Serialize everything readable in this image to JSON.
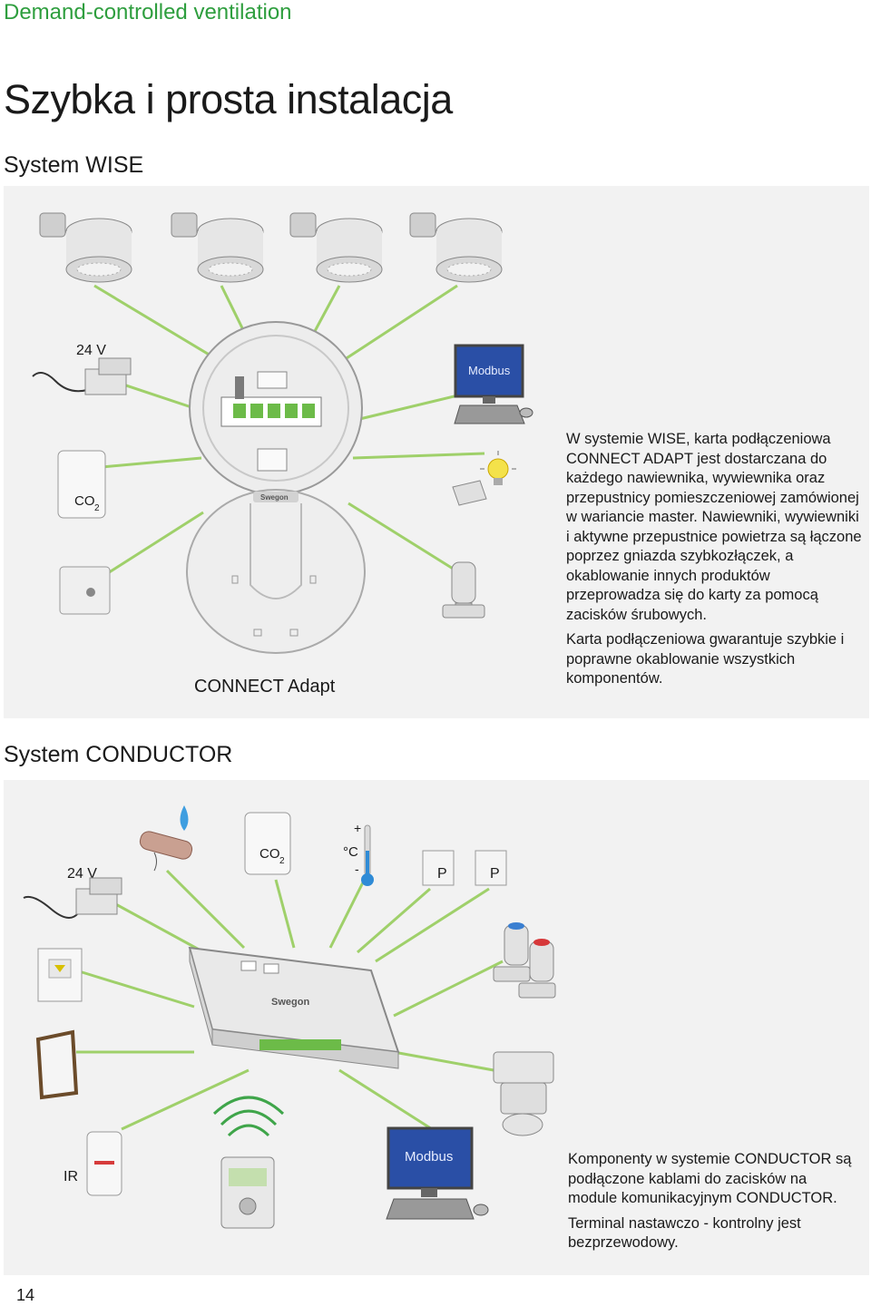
{
  "header": {
    "category": "Demand-controlled ventilation"
  },
  "page": {
    "title": "Szybka i prosta instalacja",
    "number": "14"
  },
  "wise": {
    "section_title": "System WISE",
    "power_label": "24 V",
    "modbus_label": "Modbus",
    "co2_label": "CO",
    "co2_sub": "2",
    "card_label": "CONNECT Adapt",
    "brand": "Swegon",
    "paragraphs": [
      "W systemie WISE, karta podłączeniowa CONNECT ADAPT jest dostarczana do każdego nawiewnika, wywiewnika oraz przepustnicy pomieszczeniowej zamówionej w wariancie master. Nawiewniki, wywiewniki i aktywne przepustnice powietrza są łączone poprzez gniazda szybkozłączek, a okablowanie innych produktów przeprowadza się do karty za pomocą zacisków śrubowych.",
      "Karta podłączeniowa gwarantuje szybkie i poprawne okablowanie wszystkich komponentów."
    ]
  },
  "conductor": {
    "section_title": "System CONDUCTOR",
    "power_label": "24 V",
    "co2_label": "CO",
    "co2_sub": "2",
    "temp_unit": "°C",
    "temp_plus": "+",
    "temp_minus": "-",
    "pressure_label_1": "P",
    "pressure_label_2": "P",
    "ir_label": "IR",
    "modbus_label": "Modbus",
    "brand": "Swegon",
    "paragraphs": [
      "Komponenty w systemie CONDUCTOR są podłączone kablami do zacisków na module komunikacyjnym CONDUCTOR.",
      "Terminal nastawczo - kontrolny jest bezprzewodowy."
    ]
  }
}
